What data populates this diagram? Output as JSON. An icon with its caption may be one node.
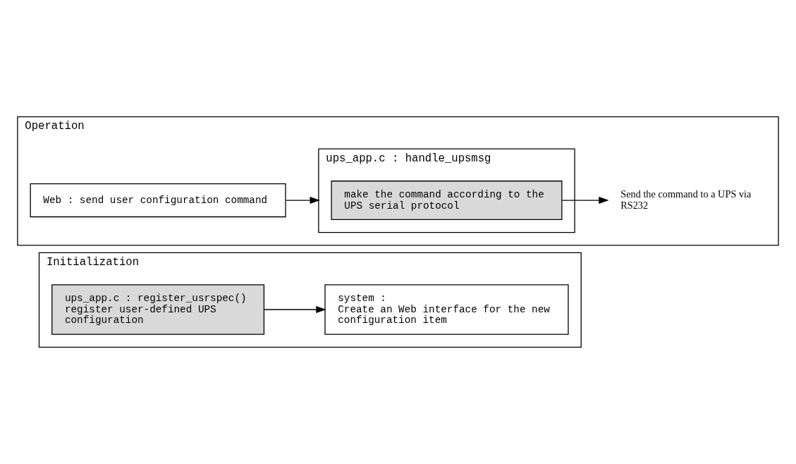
{
  "diagram": {
    "nodes": [
      {
        "text": [
          "Initialization"
        ]
      },
      {
        "text": [
          "ups_app.c : register_usrspec()",
          "register user-defined UPS configuration"
        ],
        "in": 0
      },
      {
        "text": [
          "system :",
          "Create an Web interface for the new configuration item"
        ],
        "in": 0
      },
      {
        "text": [
          "Operation"
        ]
      },
      {
        "text": [
          "Web : send user configuration command"
        ],
        "in": 3
      },
      {
        "text": [
          "ups_app.c : handle_upsmsg"
        ],
        "in": 3
      },
      {
        "text": [
          "make the command according to the UPS serial protocol"
        ],
        "in": 5
      },
      {
        "text": [
          "Send the command to a UPS via RS232"
        ],
        "in": 3
      }
    ],
    "edges": [
      {
        "from": 1,
        "to": 2,
        "arrow": "to"
      },
      {
        "from": 4,
        "to": 5,
        "arrow": "to"
      },
      {
        "from": 6,
        "to": 7,
        "arrow": "to"
      }
    ]
  }
}
